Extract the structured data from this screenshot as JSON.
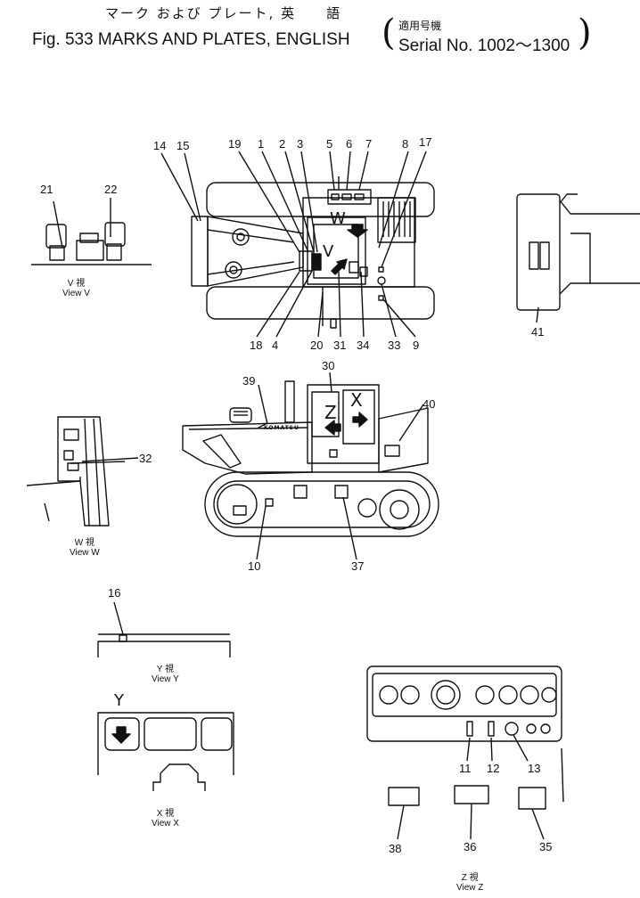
{
  "title": {
    "jp": "マーク および プレート, 英　　語",
    "en": "Fig. 533 MARKS AND PLATES, ENGLISH",
    "serial_jp": "適用号機",
    "serial_en": "Serial No. 1002～1300",
    "paren_open": "(",
    "paren_close": ")"
  },
  "callouts": {
    "n1": "1",
    "n2": "2",
    "n3": "3",
    "n4": "4",
    "n5": "5",
    "n6": "6",
    "n7": "7",
    "n8": "8",
    "n9": "9",
    "n10": "10",
    "n11": "11",
    "n12": "12",
    "n13": "13",
    "n14": "14",
    "n15": "15",
    "n16": "16",
    "n17": "17",
    "n18": "18",
    "n19": "19",
    "n20": "20",
    "n21": "21",
    "n22": "22",
    "n30": "30",
    "n31": "31",
    "n32": "32",
    "n33": "33",
    "n34": "34",
    "n35": "35",
    "n36": "36",
    "n37": "37",
    "n38": "38",
    "n39": "39",
    "n40": "40",
    "n41": "41"
  },
  "view_letters": {
    "w": "W",
    "v": "V",
    "x": "X",
    "z": "Z",
    "y": "Y"
  },
  "views": {
    "v": {
      "jp": "V 視",
      "en": "View V"
    },
    "w": {
      "jp": "W 視",
      "en": "View W"
    },
    "y": {
      "jp": "Y 視",
      "en": "View Y"
    },
    "x": {
      "jp": "X 視",
      "en": "View X"
    },
    "z": {
      "jp": "Z 視",
      "en": "View Z"
    }
  },
  "plate_text": {
    "side_brand": "KOMATSU"
  }
}
